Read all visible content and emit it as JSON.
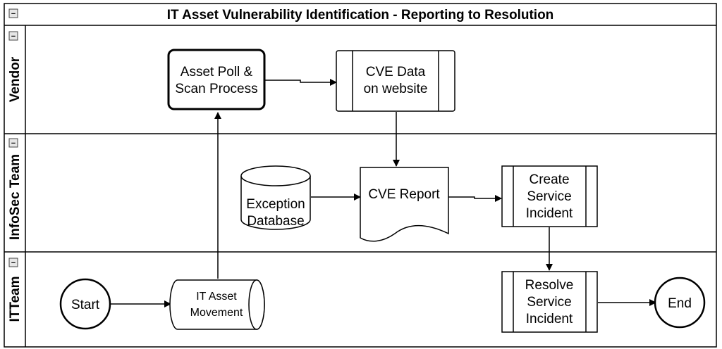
{
  "title": "IT Asset Vulnerability Identification - Reporting  to Resolution",
  "collapse_glyph": "−",
  "lanes": [
    {
      "id": "vendor",
      "label": "Vendor"
    },
    {
      "id": "infosec",
      "label": "InfoSec Team"
    },
    {
      "id": "itteam",
      "label": "ITTeam"
    }
  ],
  "nodes": {
    "asset_poll": {
      "lines": [
        "Asset Poll &",
        "Scan Process"
      ]
    },
    "cve_data": {
      "lines": [
        "CVE Data",
        "on website"
      ]
    },
    "exception_db": {
      "lines": [
        "Exception",
        "Database"
      ]
    },
    "cve_report": {
      "lines": [
        "CVE Report"
      ]
    },
    "create_incident": {
      "lines": [
        "Create",
        "Service",
        "Incident"
      ]
    },
    "start": {
      "lines": [
        "Start"
      ]
    },
    "it_asset_movement": {
      "lines": [
        "IT Asset",
        "Movement"
      ]
    },
    "resolve_incident": {
      "lines": [
        "Resolve",
        "Service",
        "Incident"
      ]
    },
    "end": {
      "lines": [
        "End"
      ]
    }
  },
  "edges": [
    {
      "from": "start",
      "to": "it_asset_movement"
    },
    {
      "from": "it_asset_movement",
      "to": "asset_poll"
    },
    {
      "from": "asset_poll",
      "to": "cve_data"
    },
    {
      "from": "cve_data",
      "to": "cve_report"
    },
    {
      "from": "exception_db",
      "to": "cve_report"
    },
    {
      "from": "cve_report",
      "to": "create_incident"
    },
    {
      "from": "create_incident",
      "to": "resolve_incident"
    },
    {
      "from": "resolve_incident",
      "to": "end"
    }
  ]
}
